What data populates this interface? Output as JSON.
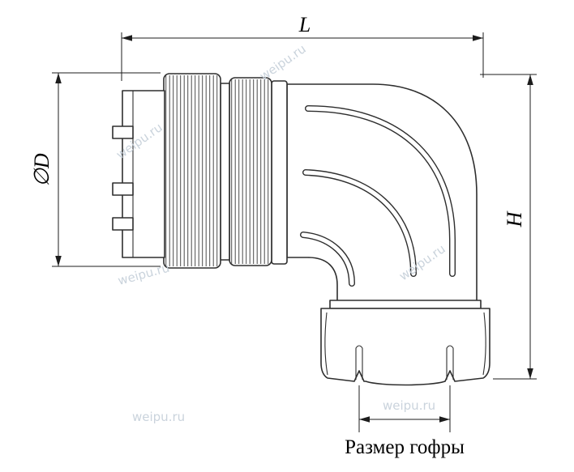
{
  "diagram": {
    "labels": {
      "length": "L",
      "diameter": "∅D",
      "height": "H",
      "corrugation": "Размер гофры"
    },
    "watermark": "weipu.ru",
    "colors": {
      "line": "#2e2e2e",
      "dimension": "#1c1c1c",
      "watermark": "#c4cfd9",
      "background": "#ffffff"
    }
  }
}
